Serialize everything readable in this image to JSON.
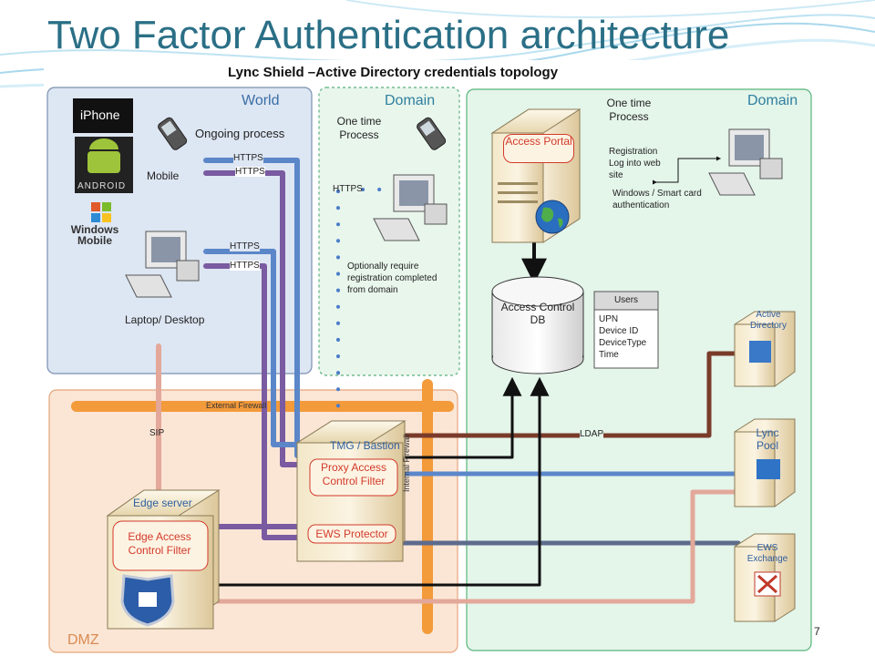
{
  "slide": {
    "title": "Two Factor Authentication  architecture",
    "subtitle": "Lync Shield –Active Directory credentials topology",
    "page_number": "7"
  },
  "zones": {
    "world": "World",
    "domain_left": "Domain",
    "domain_right": "Domain",
    "dmz": "DMZ"
  },
  "world": {
    "iphone": "iPhone",
    "android": "ANDROID",
    "windows_mobile": "Windows Mobile",
    "ongoing_process": "Ongoing process",
    "mobile": "Mobile",
    "laptop_desktop": "Laptop/ Desktop",
    "https_labels": [
      "HTTPS",
      "HTTPS",
      "HTTPS",
      "HTTPS"
    ]
  },
  "domain_left": {
    "one_time_process": "One time Process",
    "https": "HTTPS",
    "note": "Optionally require registration completed from domain"
  },
  "domain_right": {
    "one_time_process": "One time Process",
    "access_portal": "Access Portal",
    "registration_note": "Registration Log into web site",
    "windows_note": "Windows / Smart card authentication",
    "access_control_db": "Access Control DB",
    "users_table": {
      "header": "Users",
      "rows": [
        "UPN",
        "Device ID",
        "DeviceType",
        "Time"
      ]
    },
    "active_directory": "Active Directory",
    "lync_pool": "Lync Pool",
    "ews_exchange": "EWS Exchange"
  },
  "dmz": {
    "external_firewall": "External Firewall",
    "internal_firewall": "Internal Firewall",
    "sip": "SIP",
    "ldap": "LDAP",
    "tmg": "TMG / Bastion",
    "proxy_filter": "Proxy Access Control Filter",
    "ews_protector": "EWS Protector",
    "edge_server": "Edge server",
    "edge_filter": "Edge Access Control Filter"
  }
}
